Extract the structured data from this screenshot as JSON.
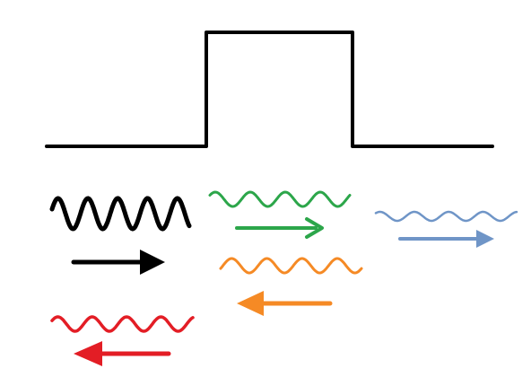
{
  "diagram": {
    "barrier": {
      "color": "#000000",
      "shape": "rectangular potential barrier"
    },
    "waves": [
      {
        "id": "incident",
        "color": "#000000",
        "direction": "right",
        "amplitude": "large"
      },
      {
        "id": "transmitted-inside",
        "color": "#2ca64a",
        "direction": "right",
        "amplitude": "medium"
      },
      {
        "id": "reflected-inside",
        "color": "#f58a25",
        "direction": "left",
        "amplitude": "medium"
      },
      {
        "id": "transmitted",
        "color": "#6f95c7",
        "direction": "right",
        "amplitude": "small"
      },
      {
        "id": "reflected",
        "color": "#e31d25",
        "direction": "left",
        "amplitude": "medium"
      }
    ]
  }
}
